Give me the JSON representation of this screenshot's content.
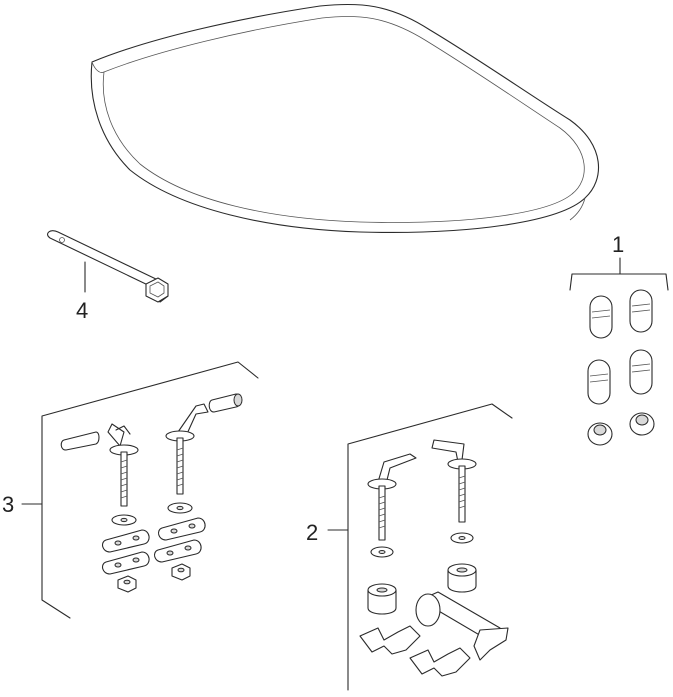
{
  "callouts": {
    "part_1": "1",
    "part_2": "2",
    "part_3": "3",
    "part_4": "4"
  }
}
